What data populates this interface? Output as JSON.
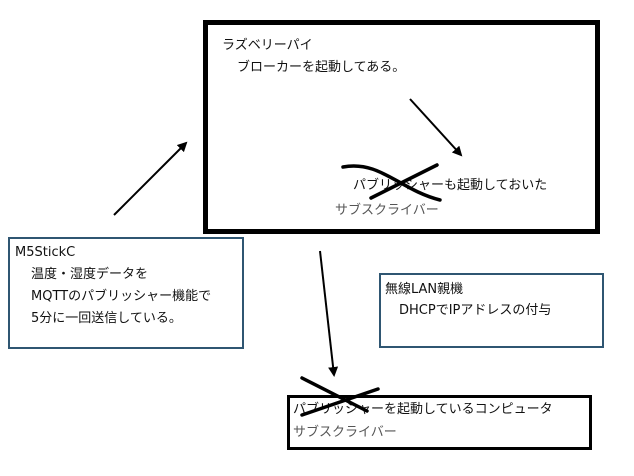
{
  "raspi": {
    "title": "ラズベリーパイ",
    "broker": "ブローカーを起動してある。",
    "publisher_note": "パブリッシャーも起動しておいた",
    "subscriber": "サブスクライバー"
  },
  "m5": {
    "title": "M5StickC",
    "line1": "温度・湿度データを",
    "line2": "MQTTのパブリッシャー機能で",
    "line3": "5分に一回送信している。"
  },
  "router": {
    "title": "無線LAN親機",
    "dhcp": "DHCPでIPアドレスの付与"
  },
  "pc": {
    "publisher_note": "パブリッシャーを起動しているコンピュータ",
    "subscriber": "サブスクライバー"
  },
  "colors": {
    "box_border_dark": "#000000",
    "box_border_blue": "#2f5672",
    "subscriber_text": "#555555"
  }
}
